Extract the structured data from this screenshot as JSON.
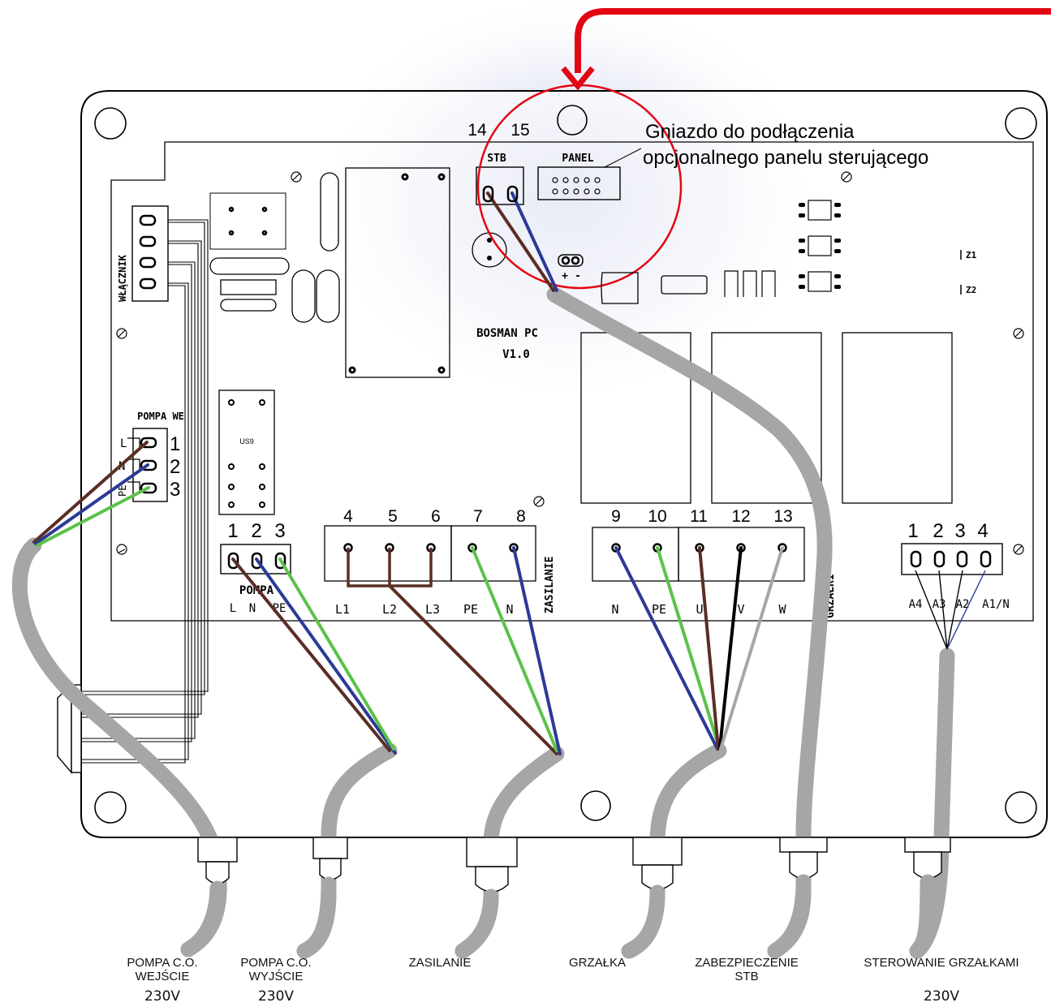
{
  "board": {
    "name": "BOSMAN PC",
    "version": "V1.0",
    "us_label": "US9",
    "z1": "Z1",
    "z2": "Z2"
  },
  "callout": {
    "line1": "Gniazdo do podłączenia",
    "line2": "opcjonalnego panelu sterującego",
    "accent": "#e30613"
  },
  "stb": {
    "label": "STB",
    "pin14": "14",
    "pin15": "15",
    "panel": "PANEL",
    "plus": "+",
    "minus": "-"
  },
  "wlacznik": {
    "label": "WŁĄCZNIK"
  },
  "pompa_we": {
    "label": "POMPA WE",
    "l": "L",
    "n": "N",
    "pe": "PE",
    "n1": "1",
    "n2": "2",
    "n3": "3"
  },
  "pompa": {
    "label": "POMPA",
    "n1": "1",
    "n2": "2",
    "n3": "3",
    "l": "L",
    "n": "N",
    "pe": "PE"
  },
  "terminals": {
    "t4": "4",
    "t5": "5",
    "t6": "6",
    "t7": "7",
    "t8": "8",
    "l1": "L1",
    "l2": "L2",
    "l3": "L3",
    "pe": "PE",
    "n": "N",
    "zasilanie": "ZASILANIE"
  },
  "heater": {
    "t9": "9",
    "t10": "10",
    "t11": "11",
    "t12": "12",
    "t13": "13",
    "n": "N",
    "pe": "PE",
    "u": "U",
    "v": "V",
    "w": "W",
    "grzalki": "GRZAŁKI"
  },
  "ctrl": {
    "n1": "1",
    "n2": "2",
    "n3": "3",
    "n4": "4",
    "a4": "A4",
    "a3": "A3",
    "a2": "A2",
    "a1n": "A1/N"
  },
  "captions": {
    "c1a": "POMPA C.O.",
    "c1b": "WEJŚCIE",
    "c1v": "230V",
    "c2a": "POMPA C.O.",
    "c2b": "WYJŚCIE",
    "c2v": "230V",
    "c3": "ZASILANIE",
    "c4": "GRZAŁKA",
    "c5a": "ZABEZPIECZENIE",
    "c5b": "STB",
    "c6": "STEROWANIE GRZAŁKAMI",
    "c6v": "230V"
  },
  "colors": {
    "brown": "#5a2e25",
    "blue": "#2b3a96",
    "green": "#5cc24a",
    "gray": "#a6a6a6",
    "black": "#000000"
  }
}
